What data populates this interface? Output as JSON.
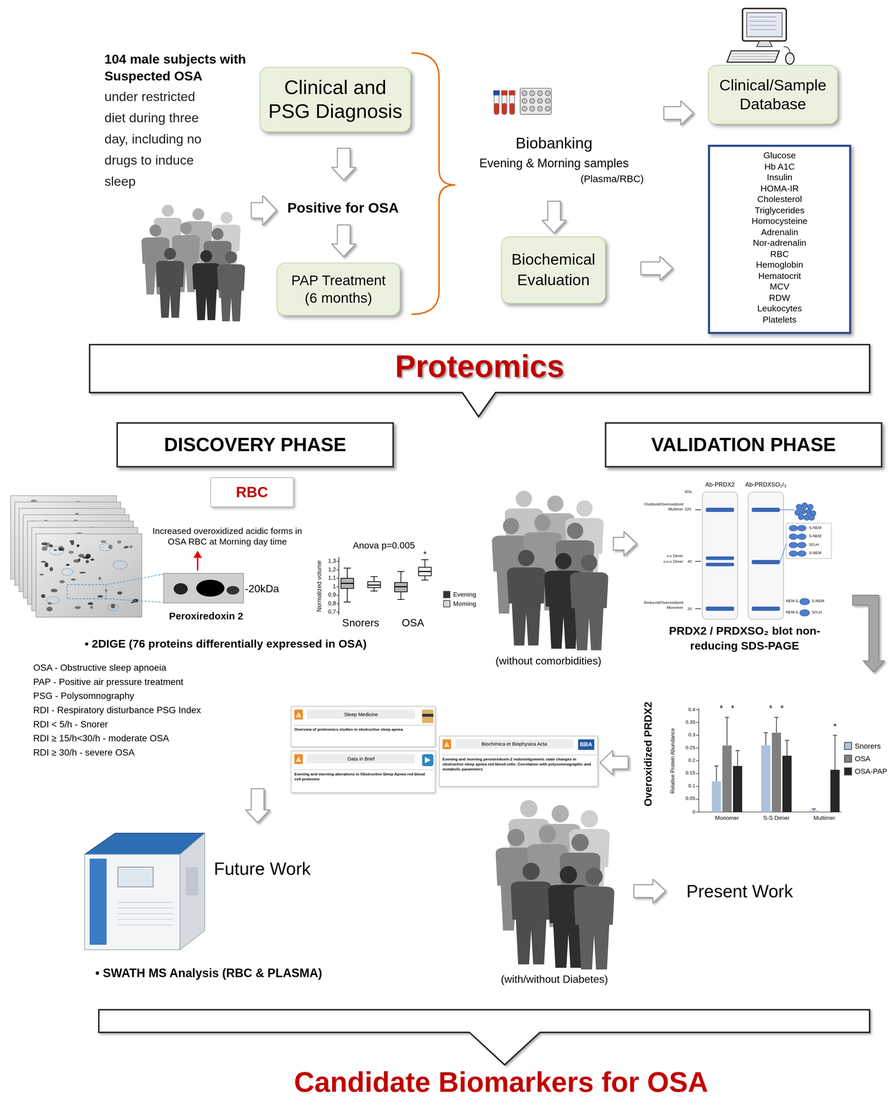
{
  "diagram": {
    "nodes": [
      {
        "text": [
          "104 male subjects with Suspected OSA",
          "under restricted diet during three day, including no drugs to induce sleep"
        ]
      },
      {
        "text": [
          "Clinical and PSG Diagnosis"
        ]
      },
      {
        "text": [
          "Positive for OSA"
        ]
      },
      {
        "text": [
          "PAP Treatment (6 months)"
        ]
      },
      {
        "text": [
          "Biobanking",
          "Evening & Morning samples",
          "(Plasma/RBC)"
        ]
      },
      {
        "text": [
          "Clinical/Sample Database"
        ]
      },
      {
        "text": [
          "Biochemical Evaluation"
        ]
      },
      {
        "text": [
          "Glucose",
          "Hb A1C",
          "Insulin",
          "HOMA-IR",
          "Cholesterol",
          "Triglycerides",
          "Homocysteine",
          "Adrenalin",
          "Nor-adrenalin",
          "RBC",
          "Hemoglobin",
          "Hematocrit",
          "MCV",
          "RDW",
          "Leukocytes",
          "Platelets"
        ]
      },
      {
        "text": [
          "Proteomics"
        ]
      },
      {
        "text": [
          "DISCOVERY PHASE"
        ]
      },
      {
        "text": [
          "RBC"
        ]
      },
      {
        "text": [
          "VALIDATION PHASE"
        ]
      },
      {
        "text": [
          "• 2DIGE (76 proteins differentially expressed in OSA)"
        ]
      },
      {
        "text": [
          "Future Work"
        ]
      },
      {
        "text": [
          "• SWATH MS Analysis (RBC & PLASMA)"
        ]
      },
      {
        "text": [
          "(without comorbidities)"
        ]
      },
      {
        "text": [
          "PRDX2 / PRDXSO₂ blot non-reducing SDS-PAGE"
        ]
      },
      {
        "text": [
          "Overoxidized PRDX2"
        ]
      },
      {
        "text": [
          "Sleep Medicine",
          "Overview of proteomics studies in obstructive sleep apnea"
        ]
      },
      {
        "text": [
          "Data in Brief",
          "Evening and morning alterations in Obstructive Sleep Apnea red blood cell proteome"
        ]
      },
      {
        "text": [
          "Biochimica et Biophysica Acta",
          "BBA",
          "Evening and morning peroxiredoxin-2 redox/oligomeric state changes in obstructive sleep apnea red blood cells: Correlation with polysomnographic and metabolic parameters"
        ]
      },
      {
        "text": [
          "(with/without Diabetes)"
        ]
      },
      {
        "text": [
          "Present Work"
        ]
      }
    ],
    "edges": [
      {
        "from": 0,
        "to": 2,
        "arrow": "to"
      },
      {
        "from": 1,
        "to": 2,
        "arrow": "to"
      },
      {
        "from": 2,
        "to": 3,
        "arrow": "to"
      },
      {
        "from": 4,
        "to": 5,
        "arrow": "to"
      },
      {
        "from": 4,
        "to": 6,
        "arrow": "to"
      },
      {
        "from": 6,
        "to": 7,
        "arrow": "to"
      },
      {
        "from": 12,
        "to": 13,
        "arrow": "to"
      },
      {
        "from": 15,
        "to": 16,
        "arrow": "to"
      },
      {
        "from": 16,
        "to": 17,
        "arrow": "to"
      },
      {
        "from": 17,
        "to": 20,
        "arrow": "to"
      },
      {
        "from": 21,
        "to": 22,
        "arrow": "to"
      }
    ],
    "labels": [
      "Increased overoxidized acidic forms in OSA RBC at Morning day time",
      "-20kDa",
      "Peroxiredoxin 2",
      "Anova p=0.005",
      "Normalized volume",
      "1,3",
      "1,2",
      "1,1",
      "1",
      "0,9",
      "0,8",
      "0,7",
      "Snorers",
      "OSA",
      "*",
      "OSA - Obstructive sleep apnoeia",
      "PAP - Positive air pressure treatment",
      "PSG - Polysomnography",
      "RDI - Respiratory disturbance PSG Index",
      "RDI < 5/h - Snorer",
      "RDI ≥ 15/h<30/h - moderate OSA",
      "RDI ≥ 30/h - severe OSA",
      "Ab-PRDX2",
      "Ab-PRDXSO₂/₃",
      "kDa",
      "Oxidized/Overoxidized Multimer",
      "220",
      "s-s Dimer",
      "s-s-s Dimer",
      "40",
      "Reduced/Overoxidized Monomer",
      "20",
      "S-NEM",
      "S-NEM",
      "SO₃H",
      "S-NEM",
      "NEM-S",
      "S-NEM",
      "NEM-S",
      "SO₃H",
      "Relative Protein Abundance",
      "0",
      "0.05",
      "0.1",
      "0.15",
      "0.2",
      "0.25",
      "0.3",
      "0.35",
      "0.4",
      "Monomer",
      "S-S Dimer",
      "Multimer",
      "*",
      "*",
      "*",
      "*",
      "*",
      "Candidate Biomarkers for OSA"
    ],
    "legend": [
      {
        "text": "Evening",
        "color": "#333333"
      },
      {
        "text": "Morning",
        "color": "#d9d9d9"
      },
      {
        "text": "Snorers",
        "color": "#adc2dc"
      },
      {
        "text": "OSA",
        "color": "#808080"
      },
      {
        "text": "OSA-PAP",
        "color": "#262626"
      }
    ]
  }
}
